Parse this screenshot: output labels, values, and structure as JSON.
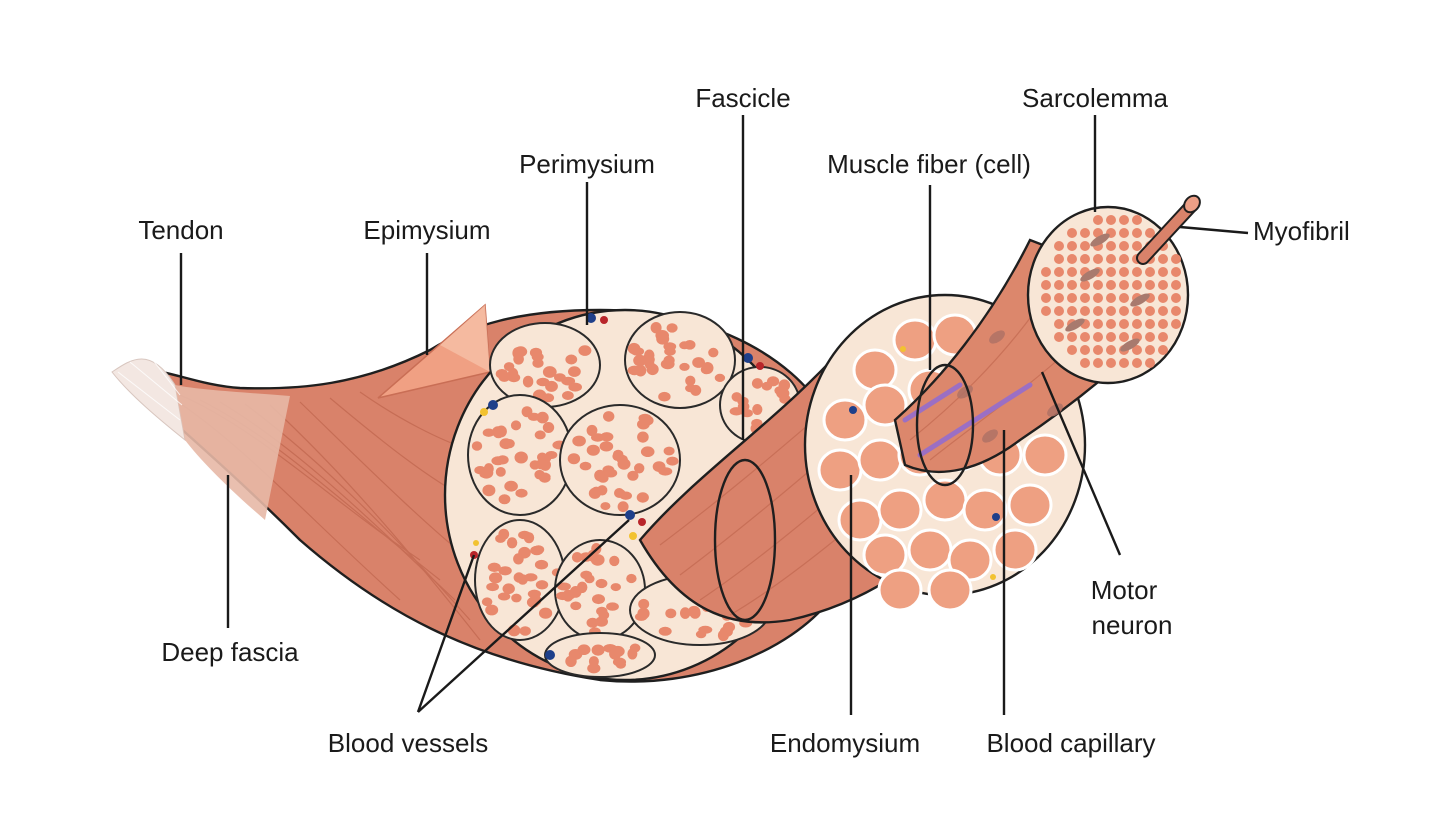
{
  "labels": {
    "fascicle": "Fascicle",
    "sarcolemma": "Sarcolemma",
    "perimysium": "Perimysium",
    "muscle_fiber": "Muscle fiber (cell)",
    "tendon": "Tendon",
    "epimysium": "Epimysium",
    "myofibril": "Myofibril",
    "deep_fascia": "Deep fascia",
    "motor_neuron_line1": "Motor",
    "motor_neuron_line2": "neuron",
    "blood_vessels": "Blood vessels",
    "endomysium": "Endomysium",
    "blood_capillary": "Blood capillary"
  },
  "colors": {
    "muscle": "#d9826a",
    "muscle_dark": "#c4694f",
    "muscle_light": "#ec9f86",
    "fiber_fill": "#e8886c",
    "connective": "#f8e6d6",
    "tendon": "#f3e7e2",
    "vein": "#1e3f8a",
    "artery": "#b8252a",
    "nerve": "#f2c230",
    "capillary": "#9b6fc4"
  }
}
